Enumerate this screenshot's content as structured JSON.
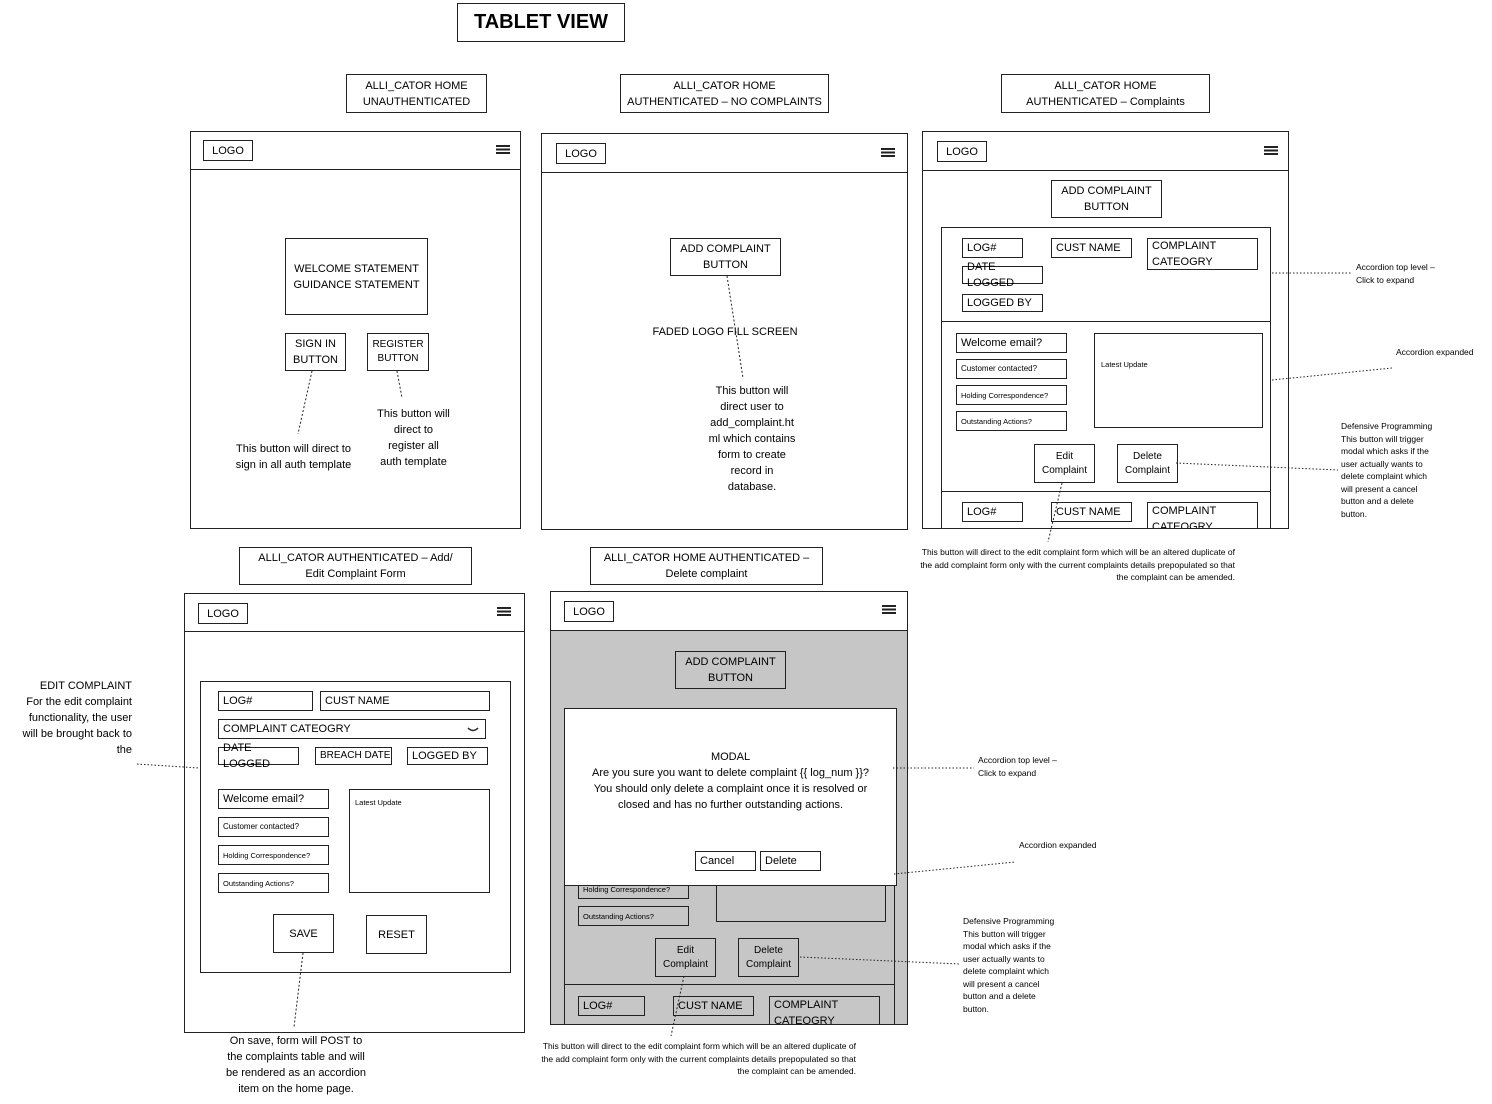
{
  "title": "TABLET VIEW",
  "labels": {
    "home_unauth": [
      "ALLI_CATOR HOME",
      "UNAUTHENTICATED"
    ],
    "home_no_complaints": [
      "ALLI_CATOR HOME",
      "AUTHENTICATED – NO COMPLAINTS"
    ],
    "home_complaints": [
      "ALLI_CATOR HOME",
      "AUTHENTICATED – Complaints"
    ],
    "add_edit_form": [
      "ALLI_CATOR AUTHENTICATED – Add/",
      "Edit Complaint Form"
    ],
    "delete_complaint": [
      "ALLI_CATOR HOME AUTHENTICATED –",
      "Delete complaint"
    ]
  },
  "common": {
    "logo": "LOGO",
    "menu_icon": "hamburger-icon"
  },
  "screen1": {
    "welcome": [
      "WELCOME STATEMENT",
      "GUIDANCE STATEMENT"
    ],
    "sign_in": [
      "SIGN IN",
      "BUTTON"
    ],
    "register": [
      "REGISTER",
      "BUTTON"
    ],
    "note_sign_in": [
      "This button will direct to",
      "sign in all auth template"
    ],
    "note_register": [
      "This button will",
      "direct to",
      "register all",
      "auth template"
    ]
  },
  "screen2": {
    "add_button": [
      "ADD COMPLAINT",
      "BUTTON"
    ],
    "faded_logo": "FADED LOGO FILL SCREEN",
    "note": [
      "This button will",
      "direct user to",
      "add_complaint.ht",
      "ml which contains",
      "form to create",
      "record in",
      "database."
    ]
  },
  "screen3": {
    "add_button": [
      "ADD COMPLAINT",
      "BUTTON"
    ],
    "log": "LOG#",
    "cust_name": "CUST NAME",
    "category": [
      "COMPLAINT",
      "CATEOGRY"
    ],
    "date_logged": "DATE LOGGED",
    "logged_by": "LOGGED BY",
    "welcome_email": "Welcome email?",
    "customer_contacted": "Customer contacted?",
    "holding": "Holding Correspondence?",
    "outstanding": "Outstanding Actions?",
    "latest_update": "Latest Update",
    "edit": [
      "Edit",
      "Complaint"
    ],
    "delete": [
      "Delete",
      "Complaint"
    ],
    "log2": "LOG#",
    "cust_name2": "CUST NAME",
    "category2": [
      "COMPLAINT",
      "CATEOGRY"
    ]
  },
  "screen3_notes": {
    "accordion_top": [
      "Accordion top level –",
      "Click to expand"
    ],
    "accordion_expanded": "Accordion expanded",
    "defensive": [
      "Defensive Programming",
      "This button will trigger",
      "modal which asks if the",
      "user actually wants to",
      "delete complaint which",
      "will present a cancel",
      "button and a delete",
      "button."
    ],
    "edit_note": [
      "This button will direct to the edit complaint form which will be an altered duplicate of",
      "the add complaint form only with the current complaints details prepopulated so that",
      "the complaint can be amended."
    ]
  },
  "screen4": {
    "log": "LOG#",
    "cust_name": "CUST NAME",
    "category": "COMPLAINT CATEOGRY",
    "dropdown_icon": "chevron-down-icon",
    "date_logged": "DATE LOGGED",
    "breach_date": "BREACH DATE",
    "logged_by": "LOGGED BY",
    "welcome_email": "Welcome email?",
    "customer_contacted": "Customer contacted?",
    "holding": "Holding Correspondence?",
    "outstanding": "Outstanding Actions?",
    "latest_update": "Latest Update",
    "save": "SAVE",
    "reset": "RESET",
    "note_save": [
      "On save, form will POST to",
      "the complaints table and will",
      "be rendered as an accordion",
      "item on the home page."
    ],
    "note_edit": [
      "EDIT COMPLAINT",
      "For the edit complaint",
      "functionality, the user",
      "will be brought back to",
      "the"
    ]
  },
  "screen5": {
    "add_button": [
      "ADD COMPLAINT",
      "BUTTON"
    ],
    "modal": [
      "MODAL",
      "Are you sure you want to delete complaint {{ log_num }}?",
      "You should only delete a complaint once it is resolved or",
      "closed and has no further outstanding actions."
    ],
    "cancel": "Cancel",
    "delete_btn": "Delete",
    "holding": "Holding Correspondence?",
    "outstanding": "Outstanding Actions?",
    "edit": [
      "Edit",
      "Complaint"
    ],
    "delete": [
      "Delete",
      "Complaint"
    ],
    "log": "LOG#",
    "cust_name": "CUST NAME",
    "category": [
      "COMPLAINT",
      "CATEOGRY"
    ]
  },
  "screen5_notes": {
    "accordion_top": [
      "Accordion top level –",
      "Click to expand"
    ],
    "accordion_expanded": "Accordion expanded",
    "defensive": [
      "Defensive Programming",
      "This button will trigger",
      "modal which asks if the",
      "user actually wants to",
      "delete complaint which",
      "will present a cancel",
      "button and a delete",
      "button."
    ],
    "edit_note": [
      "This button will direct to the edit complaint form which will be an altered duplicate of",
      "the add complaint form only with the current complaints details prepopulated so that",
      "the complaint can be amended."
    ]
  }
}
